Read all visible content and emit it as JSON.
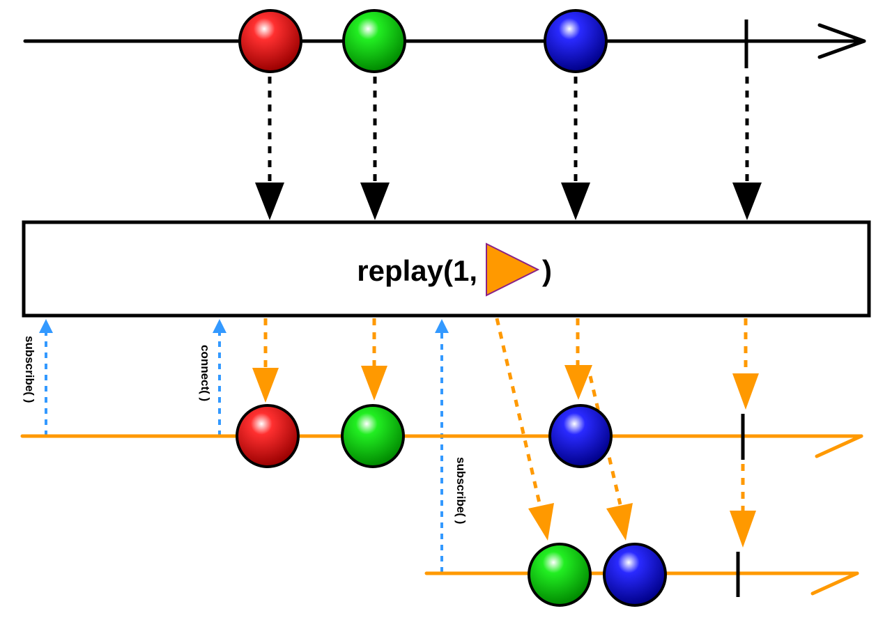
{
  "operator": {
    "label_prefix": "replay(1,",
    "label_suffix": ")",
    "scheduler_icon": "orange-triangle-scheduler-icon",
    "scheduler_color": "#FF9900"
  },
  "calls": {
    "subscribe_first": "subscribe( )",
    "connect": "connect( )",
    "subscribe_second": "subscribe( )"
  },
  "colors": {
    "source_line": "#000000",
    "output_line": "#FF9900",
    "call_arrow": "#3399FF",
    "marble_red": "#E00000",
    "marble_green": "#00DD00",
    "marble_blue": "#0000DD"
  },
  "source_events": [
    "red",
    "green",
    "blue",
    "complete"
  ],
  "first_subscriber_events": [
    "red",
    "green",
    "blue",
    "complete"
  ],
  "second_subscriber_events": [
    "green",
    "blue",
    "complete"
  ]
}
